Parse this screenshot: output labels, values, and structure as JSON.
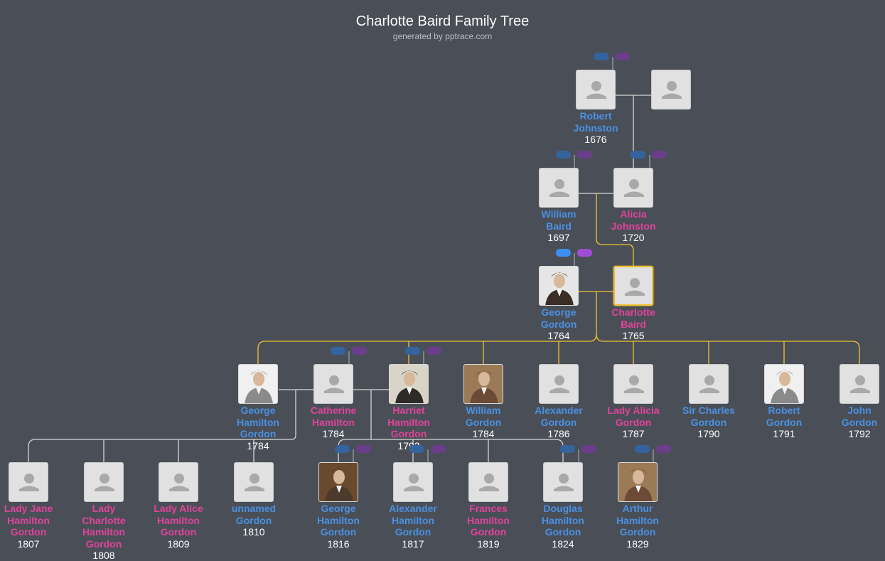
{
  "header": {
    "title": "Charlotte Baird Family Tree",
    "subtitle": "generated by pptrace.com"
  },
  "colors": {
    "background": "#4a4f57",
    "male": "#4a90e2",
    "female": "#e0439b",
    "selected_line": "#f1c232",
    "line": "#d6d6d6"
  },
  "people": [
    {
      "id": "robert_johnston",
      "name": "Robert Johnston",
      "year": "1676",
      "sex": "male",
      "photo": false
    },
    {
      "id": "unknown_spouse",
      "name": "",
      "year": "",
      "sex": "female",
      "photo": false
    },
    {
      "id": "william_baird",
      "name": "William Baird",
      "year": "1697",
      "sex": "male",
      "photo": false
    },
    {
      "id": "alicia_johnston",
      "name": "Alicia Johnston",
      "year": "1720",
      "sex": "female",
      "photo": false
    },
    {
      "id": "george_gordon",
      "name": "George Gordon",
      "year": "1764",
      "sex": "male",
      "photo": true
    },
    {
      "id": "charlotte_baird",
      "name": "Charlotte Baird",
      "year": "1765",
      "sex": "female",
      "photo": false,
      "selected": true
    },
    {
      "id": "george_hamilton_gordon_1784",
      "name": "George Hamilton Gordon",
      "year": "1784",
      "sex": "male",
      "photo": true
    },
    {
      "id": "catherine_hamilton",
      "name": "Catherine Hamilton",
      "year": "1784",
      "sex": "female",
      "photo": false
    },
    {
      "id": "harriet_hamilton_gordon",
      "name": "Harriet Hamilton Gordon",
      "year": "1792",
      "sex": "female",
      "photo": true
    },
    {
      "id": "william_gordon",
      "name": "William Gordon",
      "year": "1784",
      "sex": "male",
      "photo": true
    },
    {
      "id": "alexander_gordon",
      "name": "Alexander Gordon",
      "year": "1786",
      "sex": "male",
      "photo": false
    },
    {
      "id": "lady_alicia_gordon",
      "name": "Lady Alicia Gordon",
      "year": "1787",
      "sex": "female",
      "photo": false
    },
    {
      "id": "sir_charles_gordon",
      "name": "Sir Charles Gordon",
      "year": "1790",
      "sex": "male",
      "photo": false
    },
    {
      "id": "robert_gordon",
      "name": "Robert Gordon",
      "year": "1791",
      "sex": "male",
      "photo": true
    },
    {
      "id": "john_gordon",
      "name": "John Gordon",
      "year": "1792",
      "sex": "male",
      "photo": false
    },
    {
      "id": "lady_jane_hamilton_gordon",
      "name": "Lady Jane Hamilton Gordon",
      "year": "1807",
      "sex": "female",
      "photo": false
    },
    {
      "id": "lady_charlotte_hamilton_gordon",
      "name": "Lady Charlotte Hamilton Gordon",
      "year": "1808",
      "sex": "female",
      "photo": false
    },
    {
      "id": "lady_alice_hamilton_gordon",
      "name": "Lady Alice Hamilton Gordon",
      "year": "1809",
      "sex": "female",
      "photo": false
    },
    {
      "id": "unnamed_gordon",
      "name": "unnamed Gordon",
      "year": "1810",
      "sex": "male",
      "photo": false
    },
    {
      "id": "george_hamilton_gordon_1816",
      "name": "George Hamilton Gordon",
      "year": "1816",
      "sex": "male",
      "photo": true
    },
    {
      "id": "alexander_hamilton_gordon",
      "name": "Alexander Hamilton Gordon",
      "year": "1817",
      "sex": "male",
      "photo": false
    },
    {
      "id": "frances_hamilton_gordon",
      "name": "Frances Hamilton Gordon",
      "year": "1819",
      "sex": "female",
      "photo": false
    },
    {
      "id": "douglas_hamilton_gordon",
      "name": "Douglas Hamilton Gordon",
      "year": "1824",
      "sex": "male",
      "photo": false
    },
    {
      "id": "arthur_hamilton_gordon",
      "name": "Arthur Hamilton Gordon",
      "year": "1829",
      "sex": "male",
      "photo": true
    }
  ]
}
